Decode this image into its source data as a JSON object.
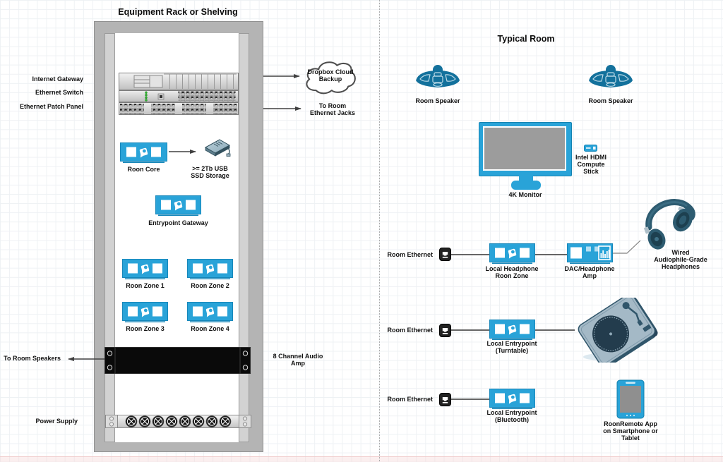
{
  "titles": {
    "rack": "Equipment Rack or Shelving",
    "room": "Typical Room"
  },
  "rack": {
    "side": {
      "internet": "Internet Gateway",
      "switch": "Ethernet Switch",
      "patch": "Ethernet Patch Panel",
      "power": "Power Supply"
    },
    "core": "Roon Core",
    "ssd": [
      ">= 2Tb USB",
      "SSD Storage"
    ],
    "entry": "Entrypoint Gateway",
    "zones": [
      "Roon Zone 1",
      "Roon Zone 2",
      "Roon Zone 3",
      "Roon Zone 4"
    ],
    "speakers_out": "To Room Speakers",
    "amp": [
      "8 Channel Audio",
      "Amp"
    ]
  },
  "cloud": [
    "Dropbox Cloud",
    "Backup"
  ],
  "jacks": [
    "To Room",
    "Ethernet Jacks"
  ],
  "room": {
    "speaker1": "Room Speaker",
    "speaker2": "Room Speaker",
    "monitor": "4K Monitor",
    "stick": [
      "Intel HDMI",
      "Compute",
      "Stick"
    ],
    "eth1": "Room Ethernet",
    "eth2": "Room Ethernet",
    "eth3": "Room Ethernet",
    "hpzone": [
      "Local Headphone",
      "Roon Zone"
    ],
    "dac": [
      "DAC/Headphone",
      "Amp"
    ],
    "headphones": [
      "Wired",
      "Audiophile-Grade",
      "Headphones"
    ],
    "turn": [
      "Local Entrypoint",
      "(Turntable)"
    ],
    "bt": [
      "Local Entrypoint",
      "(Bluetooth)"
    ],
    "tablet": [
      "RoonRemote App",
      "on Smartphone or",
      "Tablet"
    ]
  },
  "colors": {
    "accent_blue": "#29a3d8",
    "accent_blue_dark": "#1787ba",
    "steel_blue": "#13719c",
    "slate": "#2d5b70",
    "rack_gray": "#b4b4b4",
    "amp_black": "#0a0a0a"
  }
}
